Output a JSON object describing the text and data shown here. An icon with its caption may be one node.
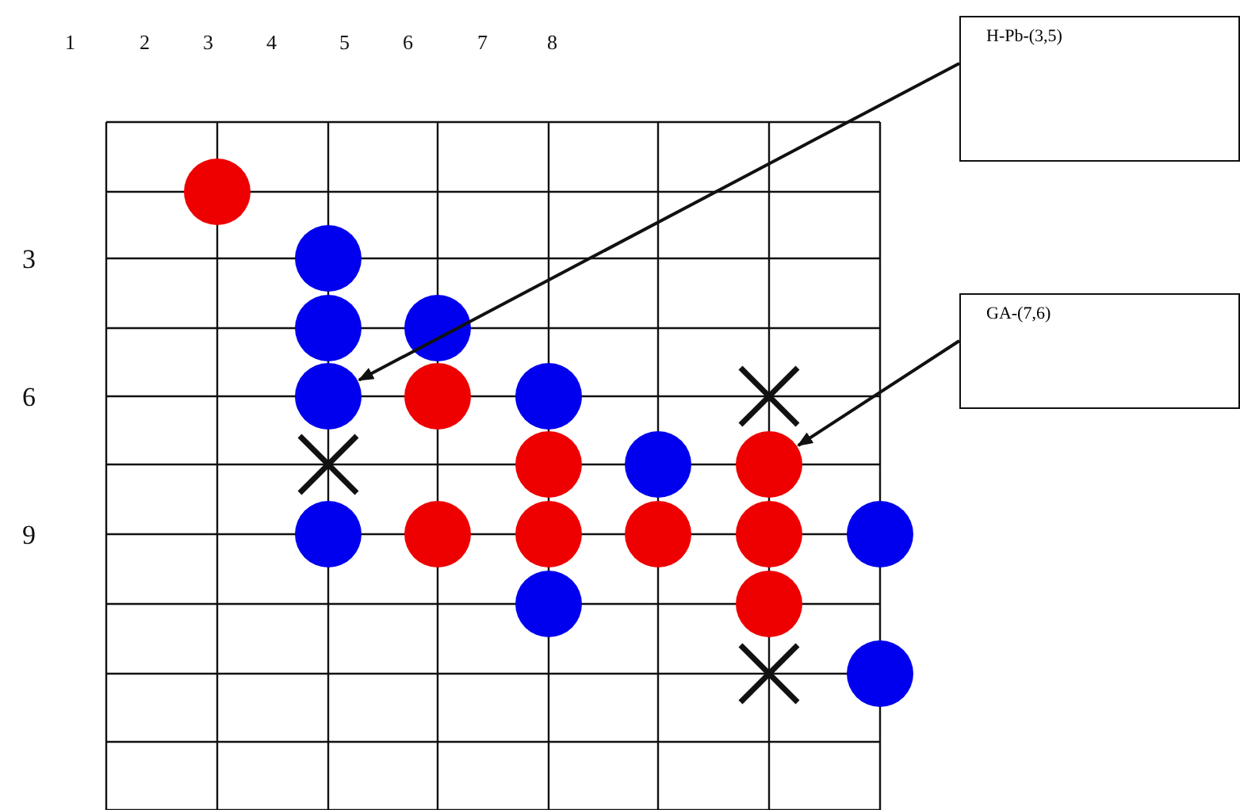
{
  "diagram": {
    "nodes": [
      {
        "text": [
          "H-Pb-(3,5)"
        ]
      },
      {
        "text": [],
        "shape": "circle"
      },
      {
        "text": [],
        "shape": "circle"
      },
      {
        "text": [
          "GA-(7,6)"
        ]
      },
      {
        "text": [],
        "shape": "circle"
      },
      {
        "text": [],
        "shape": "circle"
      },
      {
        "text": [],
        "shape": "circle"
      },
      {
        "text": [],
        "shape": "circle"
      },
      {
        "text": [],
        "shape": "circle"
      },
      {
        "text": [],
        "shape": "circle"
      },
      {
        "text": [],
        "shape": "circle"
      },
      {
        "text": [],
        "shape": "circle"
      },
      {
        "text": [],
        "shape": "circle"
      },
      {
        "text": [],
        "shape": "circle"
      },
      {
        "text": [],
        "shape": "circle"
      },
      {
        "text": [],
        "shape": "circle"
      },
      {
        "text": [],
        "shape": "circle"
      },
      {
        "text": [],
        "shape": "circle"
      },
      {
        "text": [],
        "shape": "circle"
      },
      {
        "text": [],
        "shape": "circle"
      },
      {
        "text": [],
        "shape": "circle"
      }
    ],
    "edges": [
      {
        "from": 0,
        "to": 6,
        "arrow": "to"
      },
      {
        "from": 3,
        "to": 11,
        "arrow": "to"
      }
    ],
    "labels": [
      "1",
      "2",
      "3",
      "4",
      "5",
      "6",
      "7",
      "8",
      "3",
      "6",
      "9"
    ]
  }
}
